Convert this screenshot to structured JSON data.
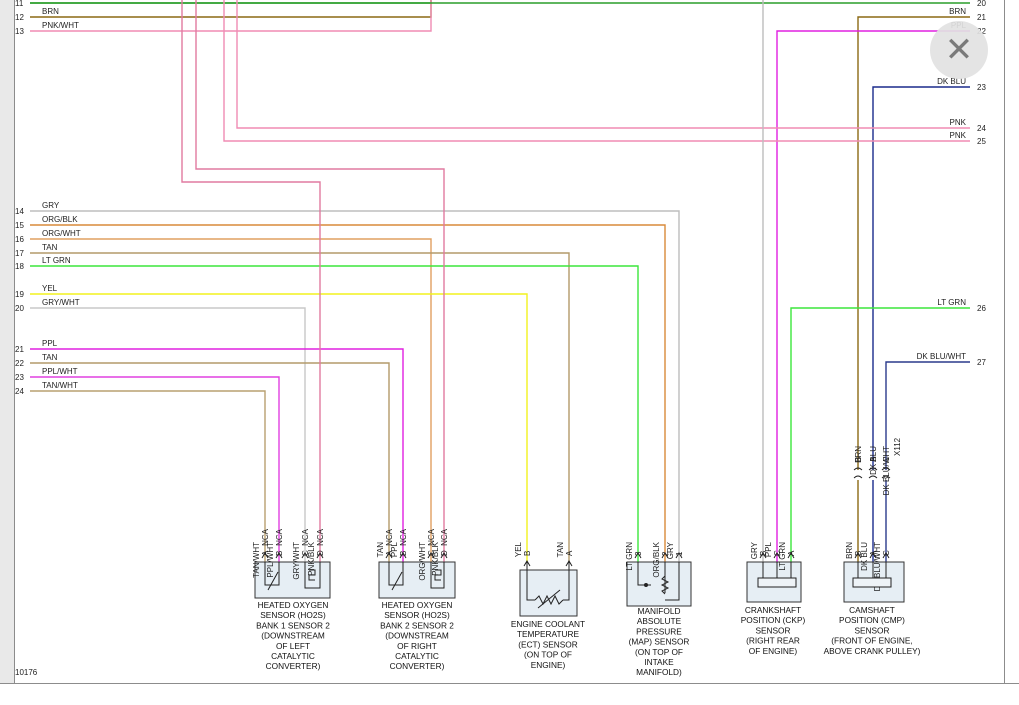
{
  "viewer": {
    "diagram_id": "10176",
    "close_glyph": "✕",
    "close_icon": "close-icon"
  },
  "left_wires": [
    {
      "pin": "11",
      "label": "",
      "color": "#2a9d2a"
    },
    {
      "pin": "12",
      "label": "BRN",
      "color": "#8b6914"
    },
    {
      "pin": "13",
      "label": "PNK/WHT",
      "color": "#f08cb4"
    },
    {
      "pin": "14",
      "label": "GRY",
      "color": "#bdbdbd"
    },
    {
      "pin": "15",
      "label": "ORG/BLK",
      "color": "#d98a3a"
    },
    {
      "pin": "16",
      "label": "ORG/WHT",
      "color": "#e0a060"
    },
    {
      "pin": "17",
      "label": "TAN",
      "color": "#b39a6a"
    },
    {
      "pin": "18",
      "label": "LT GRN",
      "color": "#3ce63c"
    },
    {
      "pin": "19",
      "label": "YEL",
      "color": "#f2f21e"
    },
    {
      "pin": "20",
      "label": "GRY/WHT",
      "color": "#c8c8c8"
    },
    {
      "pin": "21",
      "label": "PPL",
      "color": "#e020e0"
    },
    {
      "pin": "22",
      "label": "TAN",
      "color": "#b39a6a"
    },
    {
      "pin": "23",
      "label": "PPL/WHT",
      "color": "#e040e0"
    },
    {
      "pin": "24",
      "label": "TAN/WHT",
      "color": "#b8a070"
    }
  ],
  "right_wires": [
    {
      "pin": "20",
      "label": "",
      "color": "#2a9d2a"
    },
    {
      "pin": "21",
      "label": "BRN",
      "color": "#8b6914"
    },
    {
      "pin": "22",
      "label": "PPL",
      "color": "#e020e0"
    },
    {
      "pin": "23",
      "label": "DK BLU",
      "color": "#1a2a8c"
    },
    {
      "pin": "24",
      "label": "PNK",
      "color": "#f08cb4"
    },
    {
      "pin": "25",
      "label": "PNK",
      "color": "#f08cb4"
    },
    {
      "pin": "26",
      "label": "LT GRN",
      "color": "#3ce63c"
    },
    {
      "pin": "27",
      "label": "DK BLU/WHT",
      "color": "#2a3a8c"
    }
  ],
  "components": [
    {
      "id": "ho2s-b1s2",
      "caption": [
        "HEATED OXYGEN",
        "SENSOR (HO2S)",
        "BANK 1 SENSOR 2",
        "(DOWNSTREAM",
        "OF LEFT",
        "CATALYTIC",
        "CONVERTER)"
      ],
      "pins": [
        {
          "letter": "A",
          "wire": "TAN/WHT",
          "nca": "NCA"
        },
        {
          "letter": "B",
          "wire": "PPL/WHT",
          "nca": "NCA"
        },
        {
          "letter": "C",
          "wire": "GRY/WHT",
          "nca": "NCA"
        },
        {
          "letter": "D",
          "wire": "PNK/BLK",
          "nca": "NCA"
        }
      ]
    },
    {
      "id": "ho2s-b2s2",
      "caption": [
        "HEATED OXYGEN",
        "SENSOR (HO2S)",
        "BANK 2 SENSOR 2",
        "(DOWNSTREAM",
        "OF RIGHT",
        "CATALYTIC",
        "CONVERTER)"
      ],
      "pins": [
        {
          "letter": "A",
          "wire": "TAN",
          "nca": "NCA"
        },
        {
          "letter": "B",
          "wire": "PPL",
          "nca": "NCA"
        },
        {
          "letter": "C",
          "wire": "ORG/WHT",
          "nca": "NCA"
        },
        {
          "letter": "D",
          "wire": "PNK/BLK",
          "nca": "NCA"
        }
      ]
    },
    {
      "id": "ect",
      "caption": [
        "ENGINE COOLANT",
        "TEMPERATURE",
        "(ECT) SENSOR",
        "(ON TOP OF",
        "ENGINE)"
      ],
      "pins": [
        {
          "letter": "B",
          "wire": "YEL"
        },
        {
          "letter": "A",
          "wire": "TAN"
        }
      ]
    },
    {
      "id": "map",
      "caption": [
        "MANIFOLD",
        "ABSOLUTE",
        "PRESSURE",
        "(MAP) SENSOR",
        "(ON TOP OF",
        "INTAKE",
        "MANIFOLD)"
      ],
      "pins": [
        {
          "letter": "3",
          "wire": "LT GRN"
        },
        {
          "letter": "2",
          "wire": "ORG/BLK"
        },
        {
          "letter": "1",
          "wire": "GRY"
        }
      ]
    },
    {
      "id": "ckp",
      "caption": [
        "CRANKSHAFT",
        "POSITION (CKP)",
        "SENSOR",
        "(RIGHT REAR",
        "OF ENGINE)"
      ],
      "pins": [
        {
          "letter": "B",
          "wire": "GRY"
        },
        {
          "letter": "C",
          "wire": "PPL"
        },
        {
          "letter": "A",
          "wire": "LT GRN"
        }
      ]
    },
    {
      "id": "cmp",
      "caption": [
        "CAMSHAFT",
        "POSITION (CMP)",
        "SENSOR",
        "(FRONT OF ENGINE,",
        "ABOVE CRANK PULLEY)"
      ],
      "pins": [
        {
          "letter": "B",
          "wire": "BRN"
        },
        {
          "letter": "A",
          "wire": "DK BLU"
        },
        {
          "letter": "C",
          "wire": "DK BLU/WHT"
        }
      ],
      "inline_connector": {
        "label": "X112",
        "pins": [
          {
            "letter": "B",
            "wire": "BRN"
          },
          {
            "letter": "A",
            "wire": "DK BLU"
          },
          {
            "letter": "C",
            "wire": "DK BLU/WHT"
          }
        ]
      }
    }
  ]
}
